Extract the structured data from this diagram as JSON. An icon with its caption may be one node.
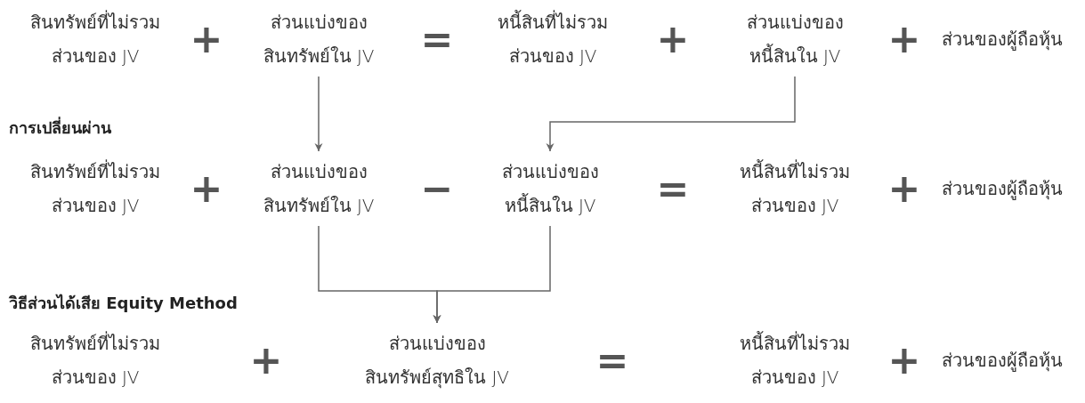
{
  "diagram": {
    "nodes": [
      {
        "text": [
          "สินทรัพย์ที่ไม่รวม ส่วนของ JV"
        ]
      },
      {
        "text": [
          "ส่วนแบ่งของ สินทรัพย์ใน JV"
        ]
      },
      {
        "text": [
          "หนี้สินที่ไม่รวม ส่วนของ JV"
        ]
      },
      {
        "text": [
          "ส่วนแบ่งของ หนี้สินใน JV"
        ]
      },
      {
        "text": [
          "ส่วนของผู้ถือหุ้น"
        ]
      },
      {
        "text": [
          "สินทรัพย์ที่ไม่รวม ส่วนของ JV"
        ]
      },
      {
        "text": [
          "ส่วนแบ่งของ สินทรัพย์ใน JV"
        ]
      },
      {
        "text": [
          "ส่วนแบ่งของ หนี้สินใน JV"
        ]
      },
      {
        "text": [
          "หนี้สินที่ไม่รวม ส่วนของ JV"
        ]
      },
      {
        "text": [
          "ส่วนของผู้ถือหุ้น"
        ]
      },
      {
        "text": [
          "สินทรัพย์ที่ไม่รวม ส่วนของ JV"
        ]
      },
      {
        "text": [
          "ส่วนแบ่งของ สินทรัพย์สุทธิใน JV"
        ]
      },
      {
        "text": [
          "หนี้สินที่ไม่รวม ส่วนของ JV"
        ]
      },
      {
        "text": [
          "ส่วนของผู้ถือหุ้น"
        ]
      }
    ],
    "edges": [
      {
        "from": 1,
        "to": 6,
        "arrow": "to"
      },
      {
        "from": 3,
        "to": 7,
        "arrow": "to"
      },
      {
        "from": 6,
        "to": 11,
        "arrow": "to"
      },
      {
        "from": 7,
        "to": 11,
        "arrow": "to"
      }
    ],
    "labels": [
      "+",
      "=",
      "+",
      "+",
      "การเปลี่ยนผ่าน",
      "+",
      "−",
      "=",
      "+",
      "วิธีส่วนได้เสีย Equity Method",
      "+",
      "=",
      "+"
    ]
  }
}
